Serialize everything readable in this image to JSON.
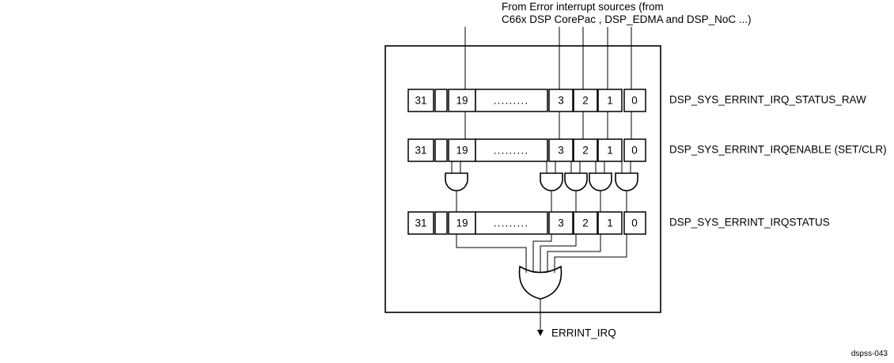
{
  "diagram": {
    "title_note_line1": "From Error interrupt sources (from",
    "title_note_line2": "C66x DSP CorePac , DSP_EDMA and DSP_NoC ...)",
    "output_label": "ERRINT_IRQ",
    "watermark": "dspss-043",
    "ink_color": "#000000",
    "background_color": "#ffffff",
    "registers": [
      {
        "name": "DSP_SYS_ERRINT_IRQ_STATUS_RAW",
        "cells": [
          "31",
          "",
          "19",
          ".........",
          "3",
          "2",
          "1",
          "0"
        ]
      },
      {
        "name": "DSP_SYS_ERRINT_IRQENABLE (SET/CLR)",
        "cells": [
          "31",
          "",
          "19",
          ".........",
          "3",
          "2",
          "1",
          "0"
        ]
      },
      {
        "name": "DSP_SYS_ERRINT_IRQSTATUS",
        "cells": [
          "31",
          "",
          "19",
          ".........",
          "3",
          "2",
          "1",
          "0"
        ]
      }
    ],
    "and_gates": [
      {
        "bit": "19"
      },
      {
        "bit": "3"
      },
      {
        "bit": "2"
      },
      {
        "bit": "1"
      },
      {
        "bit": "0"
      }
    ],
    "or_gate": {
      "inputs": 5,
      "bits": [
        "19",
        "3",
        "2",
        "1",
        "0"
      ]
    }
  }
}
